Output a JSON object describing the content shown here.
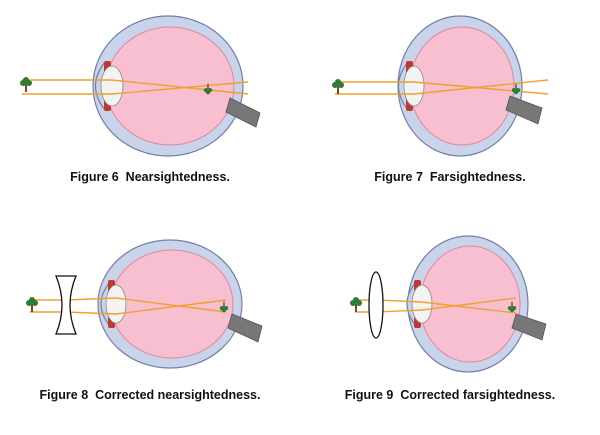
{
  "figures": [
    {
      "id": "fig6",
      "caption": "Figure 6  Nearsightedness."
    },
    {
      "id": "fig7",
      "caption": "Figure 7  Farsightedness."
    },
    {
      "id": "fig8",
      "caption": "Figure 8  Corrected nearsightedness."
    },
    {
      "id": "fig9",
      "caption": "Figure 9  Corrected farsightedness."
    }
  ],
  "colors": {
    "sclera": "#c9d3ea",
    "sclera_stroke": "#6f7fa9",
    "vitreous": "#f7bfd0",
    "vitreous_stroke": "#d98aa2",
    "lens": "#f3f3f3",
    "iris": "#c0392b",
    "nerve": "#777777",
    "ray": "#f0a030",
    "tree_trunk": "#7a4a1e",
    "tree_leaves": "#2e7d32"
  },
  "icons": {
    "object": "tree-icon",
    "image": "inverted-tree-icon",
    "concave_lens": "concave-lens-icon",
    "convex_lens": "convex-lens-icon"
  }
}
